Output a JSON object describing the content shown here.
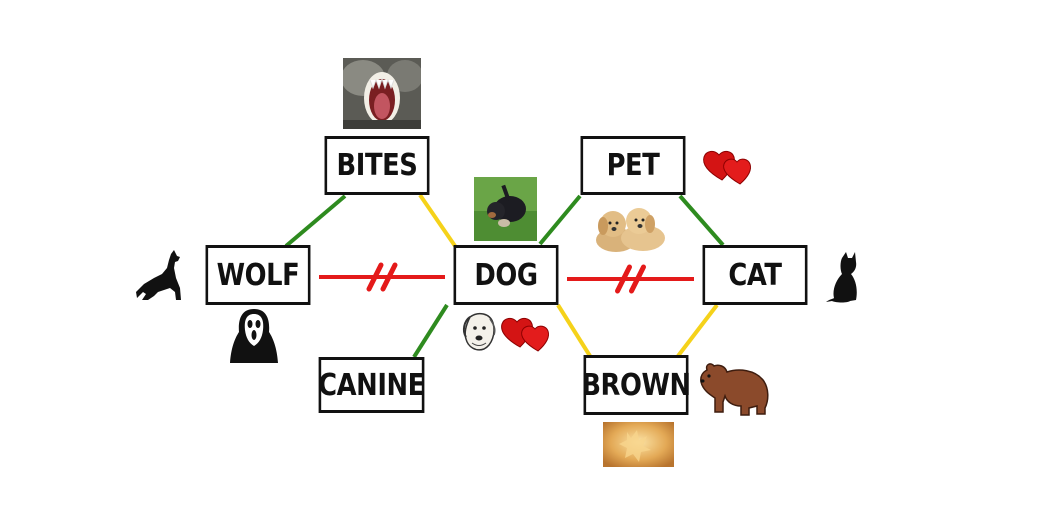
{
  "nodes": {
    "bites": "BITES",
    "pet": "PET",
    "wolf": "WOLF",
    "dog": "DOG",
    "cat": "CAT",
    "canine": "CANINE",
    "brown": "BROWN"
  },
  "edge_colors": {
    "green": "#2e8b1f",
    "yellow": "#f5d21a",
    "red": "#e41a1a"
  },
  "edges": [
    {
      "from": "wolf",
      "to": "bites",
      "color": "green"
    },
    {
      "from": "bites",
      "to": "dog",
      "color": "yellow"
    },
    {
      "from": "dog",
      "to": "pet",
      "color": "green"
    },
    {
      "from": "pet",
      "to": "cat",
      "color": "green"
    },
    {
      "from": "dog",
      "to": "canine",
      "color": "green"
    },
    {
      "from": "dog",
      "to": "brown",
      "color": "yellow"
    },
    {
      "from": "brown",
      "to": "cat",
      "color": "yellow"
    },
    {
      "from": "wolf",
      "to": "dog",
      "color": "red",
      "negated": true
    },
    {
      "from": "dog",
      "to": "cat",
      "color": "red",
      "negated": true
    }
  ],
  "icons": [
    "howling-wolf-icon",
    "ghost-mask-icon",
    "snarling-mouth-photo-icon",
    "puppy-on-grass-photo-icon",
    "two-puppies-photo-icon",
    "dog-sketch-icon",
    "hearts-icon",
    "sitting-cat-icon",
    "brown-bear-icon",
    "autumn-leaf-photo-icon"
  ]
}
